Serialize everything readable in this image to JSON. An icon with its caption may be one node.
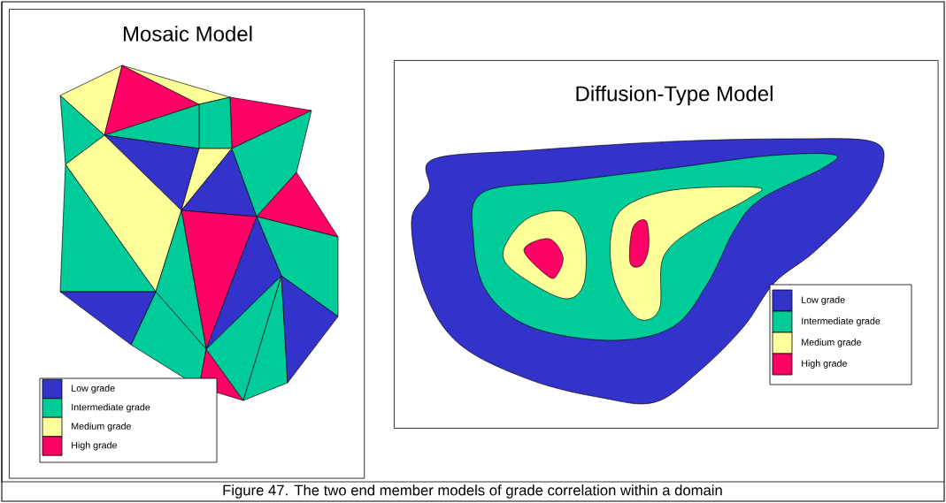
{
  "diagram": {
    "caption": "Figure 47. The two end member models of grade correlation within a domain",
    "nodes": [
      {
        "text": [
          "Mosaic Model"
        ]
      },
      {
        "text": [
          "Diffusion-Type Model"
        ]
      }
    ],
    "legend": [
      {
        "text": "Low grade",
        "color": "#3333cc"
      },
      {
        "text": "Intermediate grade",
        "color": "#00cc99"
      },
      {
        "text": "Medium grade",
        "color": "#ffff99"
      },
      {
        "text": "High grade",
        "color": "#ff0066"
      },
      {
        "text": "Low grade",
        "color": "#3333cc"
      },
      {
        "text": "Intermediate grade",
        "color": "#00cc99"
      },
      {
        "text": "Medium grade",
        "color": "#ffff99"
      },
      {
        "text": "High grade",
        "color": "#ff0066"
      }
    ]
  }
}
